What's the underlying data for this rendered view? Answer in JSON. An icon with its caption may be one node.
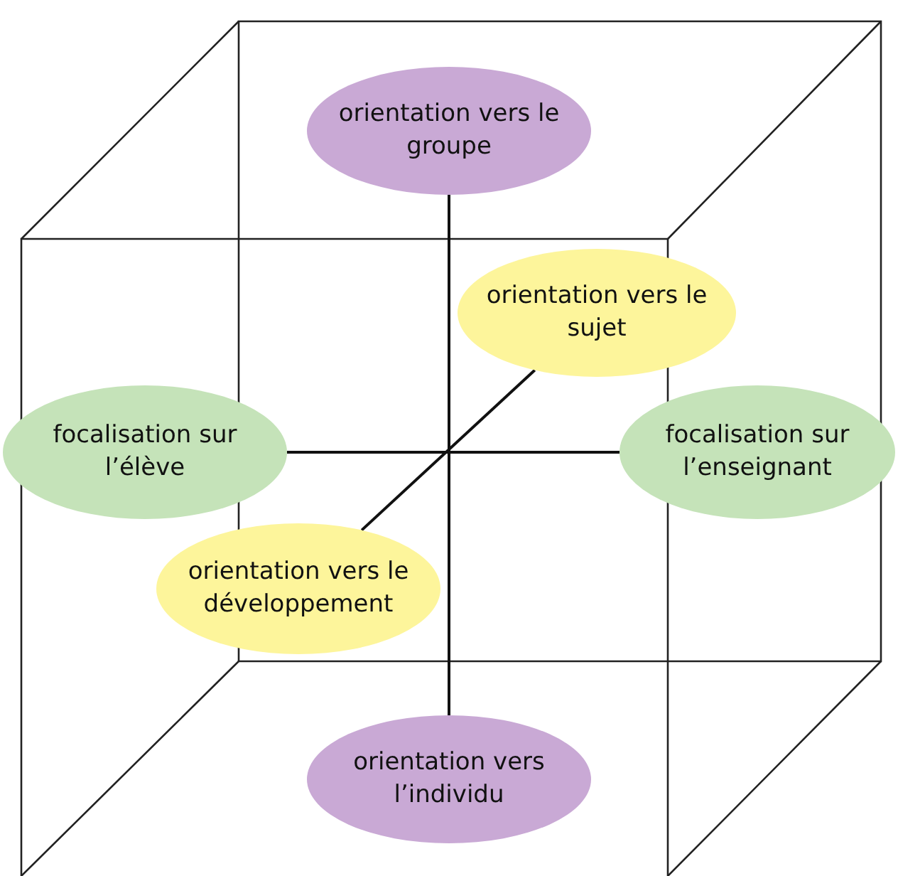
{
  "diagram": {
    "nodes": [
      {
        "text": [
          "orientation vers le groupe"
        ]
      },
      {
        "text": [
          "orientation vers le sujet"
        ]
      },
      {
        "text": [
          "focalisation sur l’élève"
        ]
      },
      {
        "text": [
          "focalisation sur l’enseignant"
        ]
      },
      {
        "text": [
          "orientation vers le développement"
        ]
      },
      {
        "text": [
          "orientation vers l’individu"
        ]
      }
    ],
    "edges": [
      {
        "from": 0,
        "to": 5,
        "arrow": "none"
      },
      {
        "from": 2,
        "to": 3,
        "arrow": "none"
      },
      {
        "from": 1,
        "to": 4,
        "arrow": "none"
      }
    ]
  }
}
